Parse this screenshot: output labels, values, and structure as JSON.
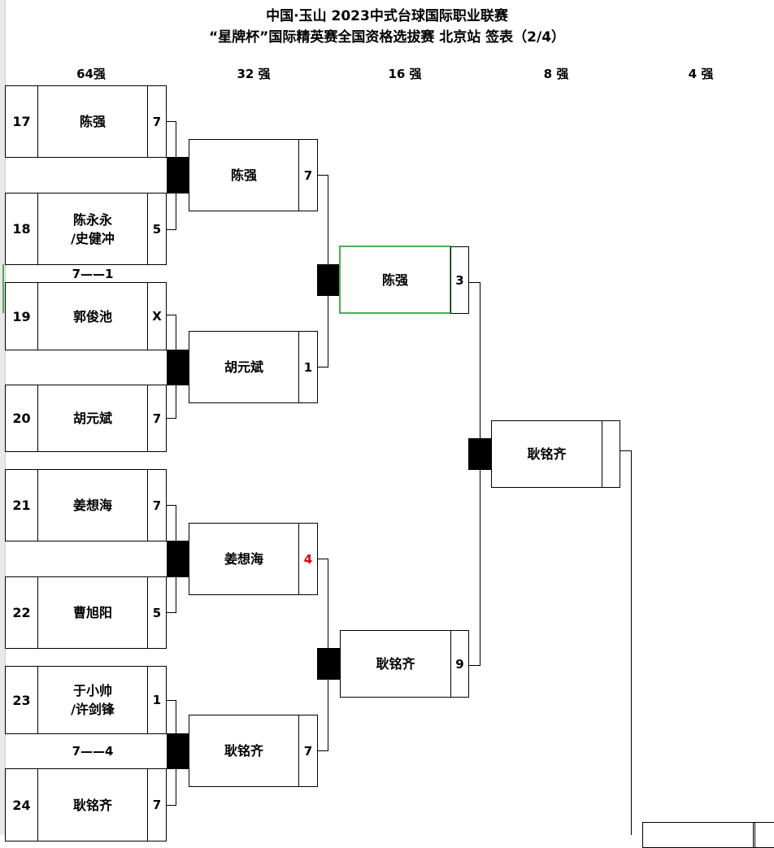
{
  "header": {
    "line1": "中国·玉山 2023中式台球国际职业联赛",
    "line2": "“星牌杯”国际精英赛全国资格选拔赛 北京站  签表（2/4）"
  },
  "rounds": [
    "64强",
    "32 强",
    "16 强",
    "8 强",
    "4 强"
  ],
  "r64": [
    {
      "seed": "17",
      "name": "陈强",
      "score": "7"
    },
    {
      "seed": "18",
      "name": "陈永永\n/史健冲",
      "score": "5"
    },
    {
      "seed": "19",
      "name": "郭俊池",
      "score": "X"
    },
    {
      "seed": "20",
      "name": "胡元斌",
      "score": "7"
    },
    {
      "seed": "21",
      "name": "姜想海",
      "score": "7"
    },
    {
      "seed": "22",
      "name": "曹旭阳",
      "score": "5"
    },
    {
      "seed": "23",
      "name": "于小帅\n/许剑锋",
      "score": "1"
    },
    {
      "seed": "24",
      "name": "耿铭齐",
      "score": "7"
    }
  ],
  "notes": {
    "note1": "7——1",
    "note2": "7——4"
  },
  "r32": [
    {
      "name": "陈强",
      "score": "7"
    },
    {
      "name": "胡元斌",
      "score": "1"
    },
    {
      "name": "姜想海",
      "score": "4",
      "score_color": "#e00000"
    },
    {
      "name": "耿铭齐",
      "score": "7"
    }
  ],
  "r16": [
    {
      "name": "陈强",
      "score": "3"
    },
    {
      "name": "耿铭齐",
      "score": "9"
    }
  ],
  "r8": [
    {
      "name": "耿铭齐",
      "score": ""
    }
  ],
  "colors": {
    "selection": "#4caf50",
    "highlight_score": "#e00000"
  }
}
